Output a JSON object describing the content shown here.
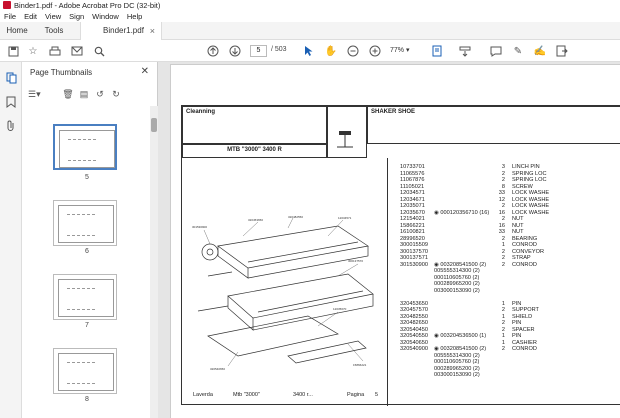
{
  "window": {
    "title": "Binder1.pdf - Adobe Acrobat Pro DC (32-bit)"
  },
  "menu": [
    "File",
    "Edit",
    "View",
    "Sign",
    "Window",
    "Help"
  ],
  "tabs": {
    "home": "Home",
    "tools": "Tools",
    "document": "Binder1.pdf"
  },
  "toolbar": {
    "page_current": "5",
    "page_total": "/ 503",
    "zoom": "77%"
  },
  "thumbnails": {
    "header": "Page Thumbnails",
    "pages": [
      {
        "num": "5",
        "active": true
      },
      {
        "num": "6",
        "active": false
      },
      {
        "num": "7",
        "active": false
      },
      {
        "num": "8",
        "active": false
      }
    ]
  },
  "document": {
    "section": "Cleanning",
    "subsection": "SHAKER SHOE",
    "model": "MTB \"3000\" 3400 R",
    "footer": {
      "brand": "Laverda",
      "model": "Mtb \"3000\"",
      "series": "3400 r...",
      "page_label": "Pagina",
      "page_num": "5"
    },
    "parts": [
      {
        "code": "10733701",
        "qty": "3",
        "desc": "LINCH PIN",
        "note": ""
      },
      {
        "code": "11065576",
        "qty": "2",
        "desc": "SPRING LOC",
        "note": ""
      },
      {
        "code": "11067876",
        "qty": "2",
        "desc": "SPRING LOC",
        "note": ""
      },
      {
        "code": "11105021",
        "qty": "8",
        "desc": "SCREW",
        "note": ""
      },
      {
        "code": "12034571",
        "qty": "33",
        "desc": "LOCK WASHE",
        "note": ""
      },
      {
        "code": "12034671",
        "qty": "12",
        "desc": "LOCK WASHE",
        "note": ""
      },
      {
        "code": "12035071",
        "qty": "2",
        "desc": "LOCK WASHE",
        "note": ""
      },
      {
        "code": "12035670",
        "qty": "16",
        "desc": "LOCK WASHE",
        "note": "000120356710 (16)"
      },
      {
        "code": "12154021",
        "qty": "2",
        "desc": "NUT",
        "note": ""
      },
      {
        "code": "15866221",
        "qty": "16",
        "desc": "NUT",
        "note": ""
      },
      {
        "code": "16100821",
        "qty": "33",
        "desc": "NUT",
        "note": ""
      },
      {
        "code": "28996520",
        "qty": "2",
        "desc": "BEARING",
        "note": ""
      },
      {
        "code": "300015509",
        "qty": "1",
        "desc": "CONROD",
        "note": ""
      },
      {
        "code": "300137570",
        "qty": "2",
        "desc": "CONVEYOR",
        "note": ""
      },
      {
        "code": "300137571",
        "qty": "2",
        "desc": "STRAP",
        "note": ""
      },
      {
        "code": "301530900",
        "qty": "2",
        "desc": "CONROD",
        "note": "003208541500 (2)"
      },
      {
        "code": "",
        "qty": "",
        "desc": "",
        "note": "005555314300 (2)"
      },
      {
        "code": "",
        "qty": "",
        "desc": "",
        "note": "000110605760 (2)"
      },
      {
        "code": "",
        "qty": "",
        "desc": "",
        "note": "000289965200 (2)"
      },
      {
        "code": "",
        "qty": "",
        "desc": "",
        "note": "003000153090 (2)"
      },
      {
        "code": "",
        "qty": "",
        "desc": "",
        "note": ""
      },
      {
        "code": "320453650",
        "qty": "1",
        "desc": "PIN",
        "note": ""
      },
      {
        "code": "320457570",
        "qty": "2",
        "desc": "SUPPORT",
        "note": ""
      },
      {
        "code": "320482550",
        "qty": "1",
        "desc": "SHIELD",
        "note": ""
      },
      {
        "code": "320482650",
        "qty": "2",
        "desc": "PIN",
        "note": ""
      },
      {
        "code": "320540450",
        "qty": "2",
        "desc": "SPACER",
        "note": ""
      },
      {
        "code": "320540550",
        "qty": "1",
        "desc": "PIN",
        "note": "003204536500 (1)"
      },
      {
        "code": "320540650",
        "qty": "1",
        "desc": "CASHIER",
        "note": ""
      },
      {
        "code": "320540900",
        "qty": "2",
        "desc": "CONROD",
        "note": "003208541500 (2)"
      },
      {
        "code": "",
        "qty": "",
        "desc": "",
        "note": "005555314300 (2)"
      },
      {
        "code": "",
        "qty": "",
        "desc": "",
        "note": "000110605760 (2)"
      },
      {
        "code": "",
        "qty": "",
        "desc": "",
        "note": "000289965200 (2)"
      },
      {
        "code": "",
        "qty": "",
        "desc": "",
        "note": "003000153090 (2)"
      }
    ]
  }
}
